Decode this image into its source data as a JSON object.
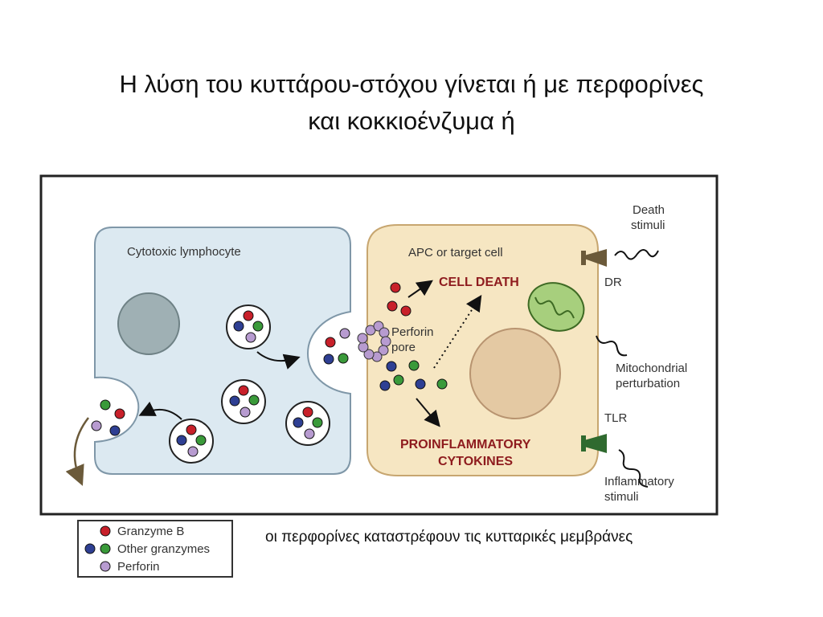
{
  "slide": {
    "title_line1": "Η λύση του κυττάρου-στόχου γίνεται ή με περφορίνες",
    "title_line2": "και κοκκιοένζυμα ή",
    "caption": "οι περφορίνες καταστρέφουν τις κυτταρικές μεμβράνες"
  },
  "diagram": {
    "lymphocyte_label": "Cytotoxic lymphocyte",
    "target_label": "APC or target cell",
    "cell_death": "CELL DEATH",
    "perforin_pore_line1": "Perforin",
    "perforin_pore_line2": "pore",
    "proinflammatory_line1": "PROINFLAMMATORY",
    "proinflammatory_line2": "CYTOKINES",
    "death_stimuli_line1": "Death",
    "death_stimuli_line2": "stimuli",
    "dr": "DR",
    "mito_line1": "Mitochondrial",
    "mito_line2": "perturbation",
    "tlr": "TLR",
    "inflam_line1": "Inflammatory",
    "inflam_line2": "stimuli"
  },
  "legend": {
    "granzyme_b": "Granzyme B",
    "other_granzymes": "Other granzymes",
    "perforin": "Perforin"
  },
  "colors": {
    "granzyme_b": "#c8202a",
    "other_blue": "#2e3f93",
    "other_green": "#3a9a3a",
    "perforin": "#b79bd0",
    "lymphocyte_fill": "#dce9f1",
    "target_fill": "#f6e6c2",
    "title_red": "#8e1b1e"
  }
}
